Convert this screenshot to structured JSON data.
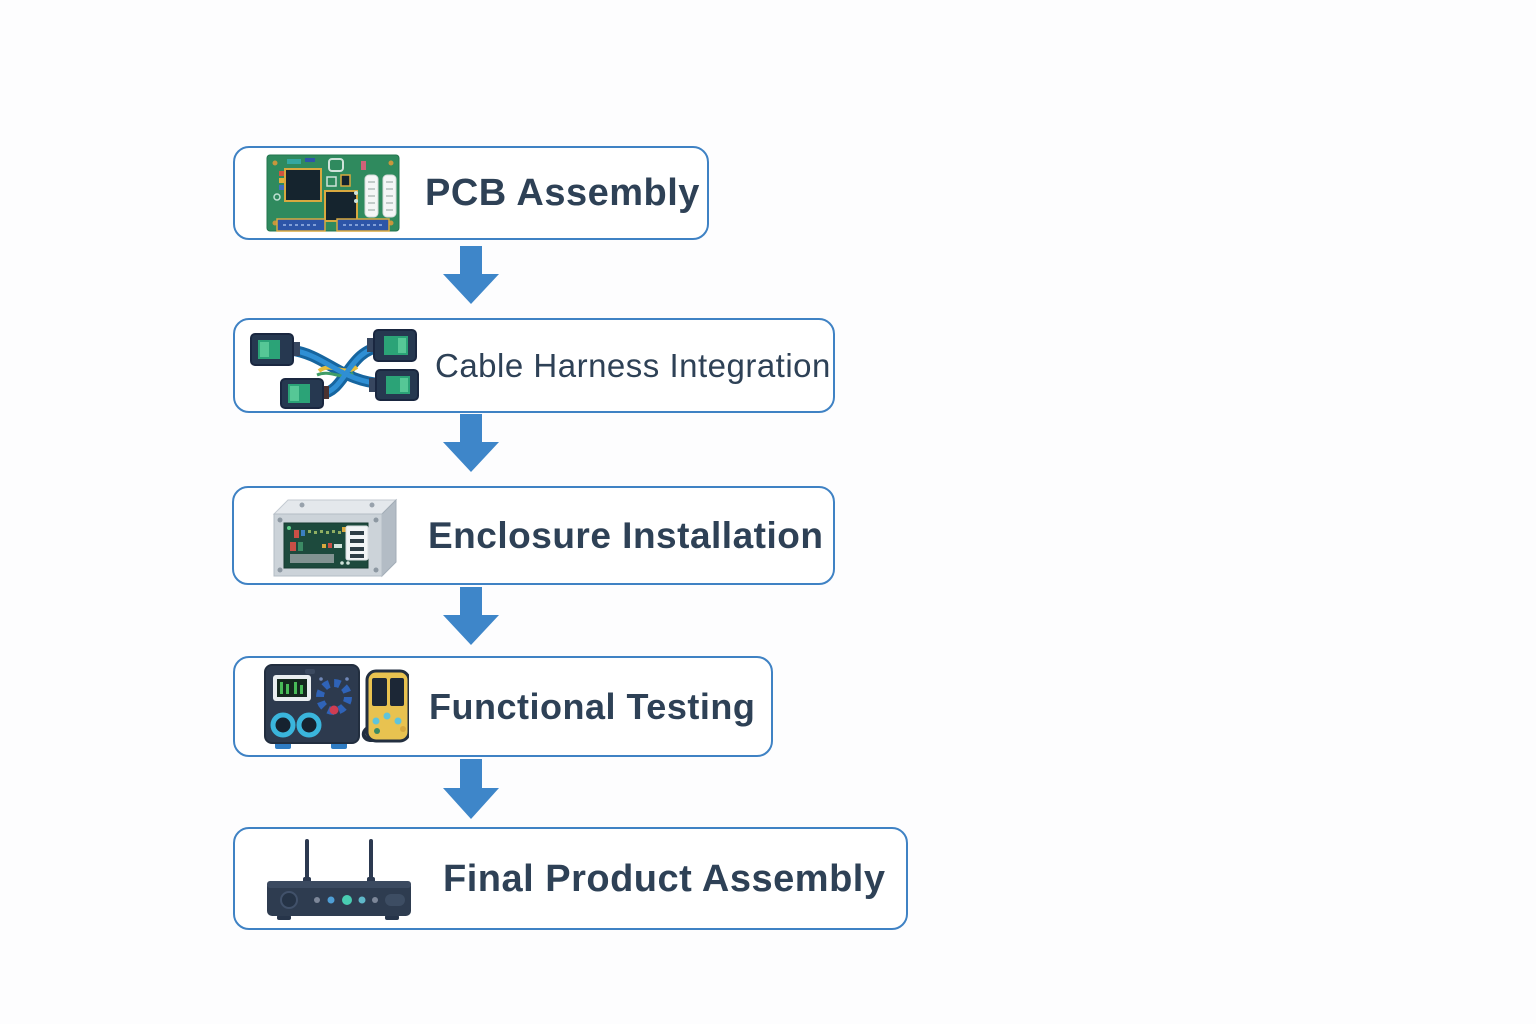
{
  "flowchart": {
    "steps": [
      {
        "label": "PCB Assembly",
        "icon": "pcb-icon"
      },
      {
        "label": "Cable Harness Integration",
        "icon": "cable-harness-icon"
      },
      {
        "label": "Enclosure Installation",
        "icon": "enclosure-icon"
      },
      {
        "label": "Functional Testing",
        "icon": "test-equipment-icon"
      },
      {
        "label": "Final Product Assembly",
        "icon": "router-icon"
      }
    ],
    "colors": {
      "box_border": "#3f82c4",
      "arrow": "#3e86c9",
      "label_text": "#2e4156",
      "background": "#fdfdfe",
      "pcb_green": "#2f8a5e",
      "connector_teal": "#2ba377",
      "cable_blue": "#2f8fd4",
      "enclosure_grey": "#ccd3d9",
      "panel_green": "#1d4a3d",
      "device_navy": "#2d3a4e",
      "knob_cyan": "#3ab5dc",
      "meter_yellow": "#e8c250"
    }
  }
}
